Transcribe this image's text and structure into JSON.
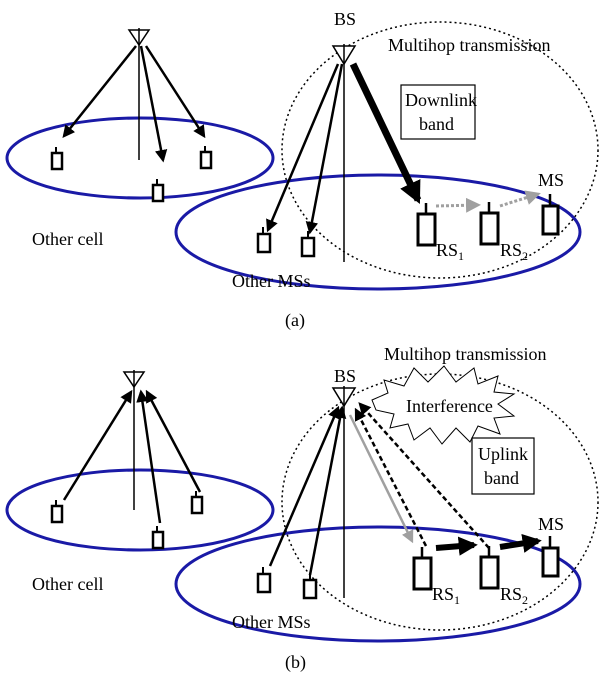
{
  "panel_a": {
    "bs_label": "BS",
    "multihop_label": "Multihop transmission",
    "band_label_line1": "Downlink",
    "band_label_line2": "band",
    "ms_label": "MS",
    "rs1_label": "RS",
    "rs1_sub": "1",
    "rs2_label": "RS",
    "rs2_sub": "2",
    "other_cell_label": "Other cell",
    "other_ms_label": "Other MSs",
    "caption": "(a)"
  },
  "panel_b": {
    "bs_label": "BS",
    "multihop_label": "Multihop transmission",
    "interference_label": "Interference",
    "band_label_line1": "Uplink",
    "band_label_line2": "band",
    "ms_label": "MS",
    "rs1_label": "RS",
    "rs1_sub": "1",
    "rs2_label": "RS",
    "rs2_sub": "2",
    "other_cell_label": "Other cell",
    "other_ms_label": "Other MSs",
    "caption": "(b)"
  },
  "colors": {
    "cell_ellipse": "#1a1aa6",
    "line": "#000000",
    "gray_arrow": "#a0a0a0"
  }
}
